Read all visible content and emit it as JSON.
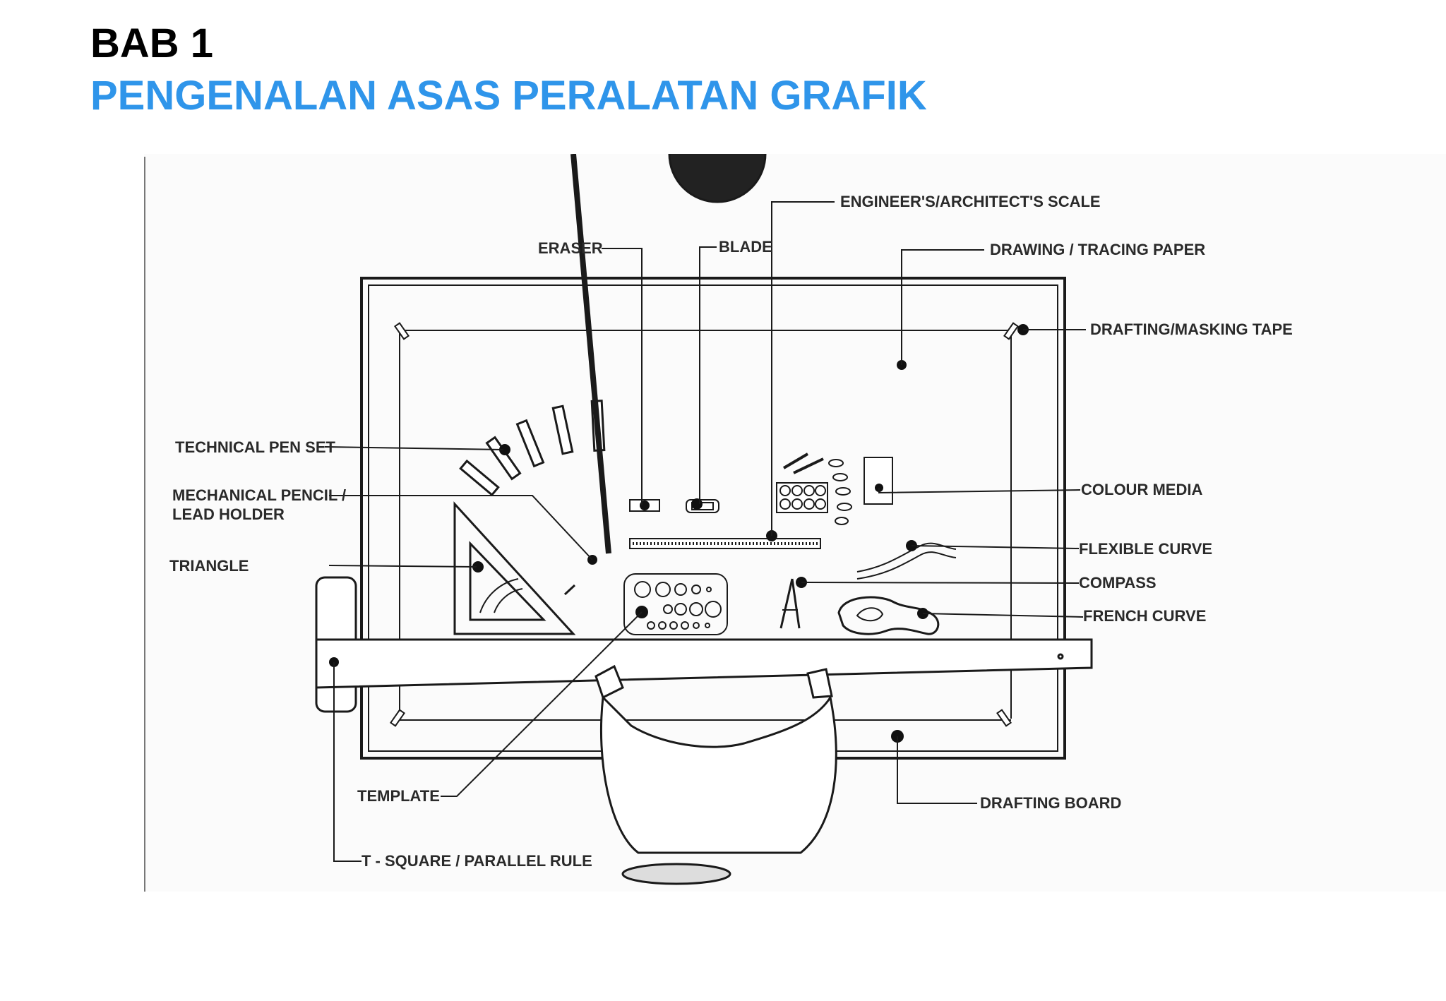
{
  "header": {
    "chapter": "BAB 1",
    "title": "PENGENALAN ASAS PERALATAN GRAFIK"
  },
  "diagram": {
    "labels": {
      "engineers_scale": "ENGINEER'S/ARCHITECT'S SCALE",
      "eraser": "ERASER",
      "blade": "BLADE",
      "drawing_paper": "DRAWING / TRACING PAPER",
      "masking_tape": "DRAFTING/MASKING TAPE",
      "technical_pen": "TECHNICAL PEN SET",
      "mechanical_pencil_1": "MECHANICAL PENCIL /",
      "mechanical_pencil_2": "LEAD HOLDER",
      "triangle": "TRIANGLE",
      "colour_media": "COLOUR MEDIA",
      "flexible_curve": "FLEXIBLE CURVE",
      "compass": "COMPASS",
      "french_curve": "FRENCH CURVE",
      "template": "TEMPLATE",
      "drafting_board": "DRAFTING BOARD",
      "t_square": "T - SQUARE / PARALLEL RULE"
    },
    "colors": {
      "line": "#1a1a1a",
      "title_accent": "#2f95ea"
    }
  }
}
